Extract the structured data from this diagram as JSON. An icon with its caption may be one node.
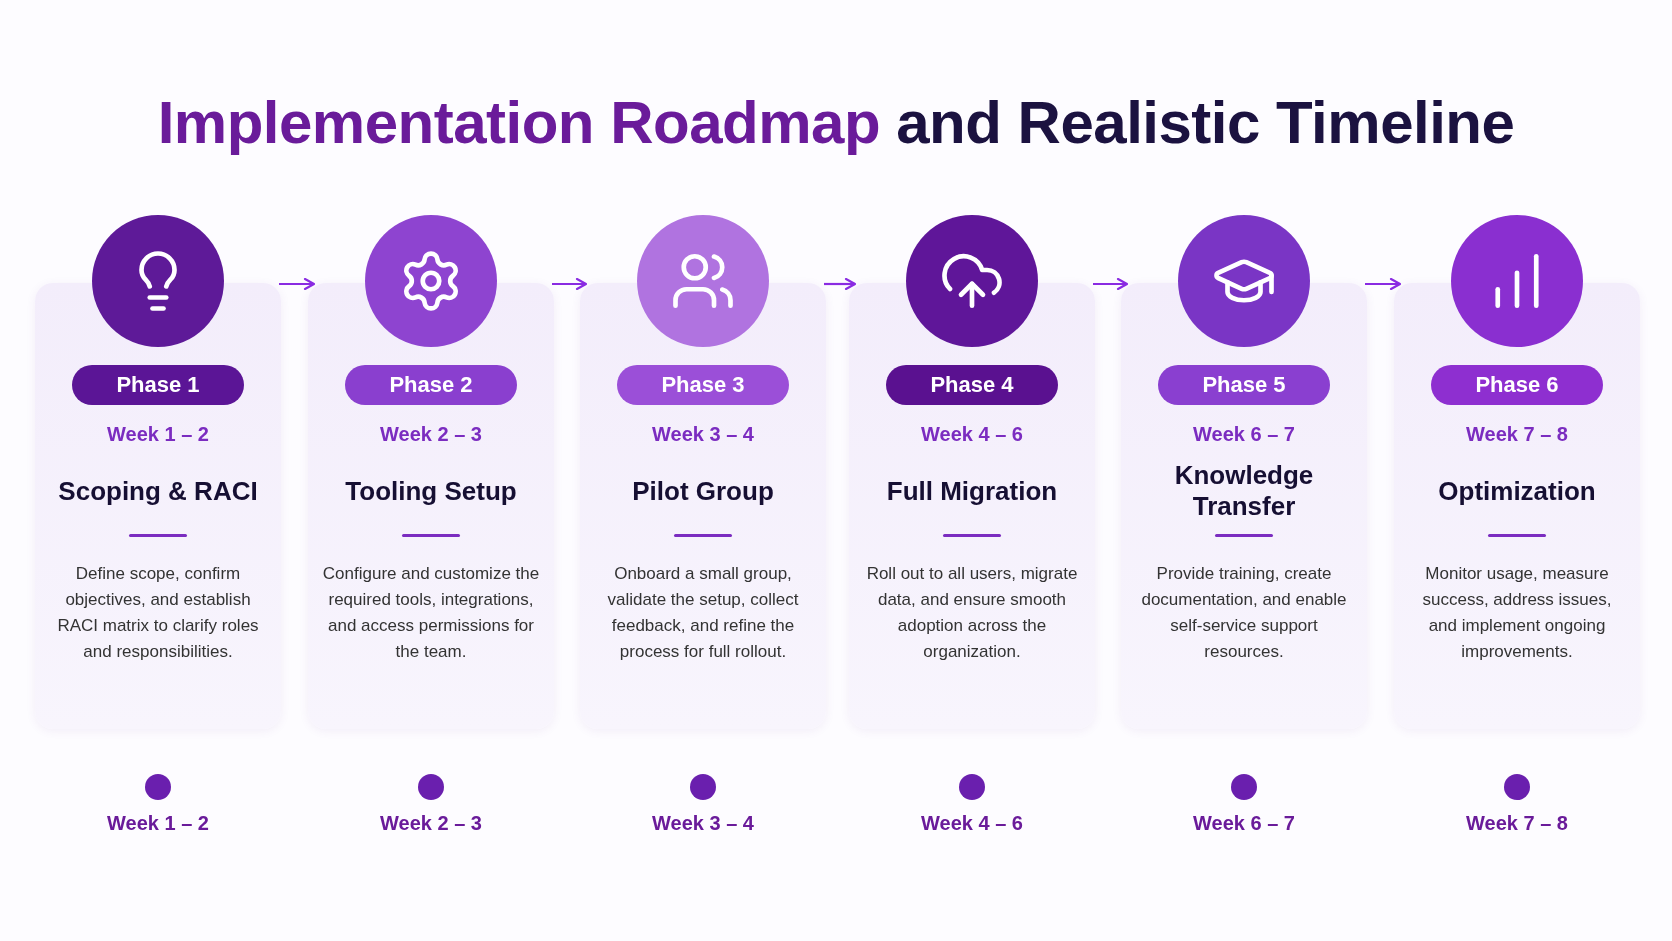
{
  "diagram": {
    "title": "Implementation Roadmap and Realistic Timeline",
    "nodes": [
      {
        "text": [
          "Phase 1",
          "Week 1 – 2",
          "Scoping & RACI",
          "Define scope, confirm objectives, and establish RACI matrix to clarify roles and responsibilities."
        ]
      },
      {
        "text": [
          "Phase 2",
          "Week 2 – 3",
          "Tooling Setup",
          "Configure and customize the required tools, integrations, and access permissions for the team."
        ]
      },
      {
        "text": [
          "Phase 3",
          "Week 3 – 4",
          "Pilot Group",
          "Onboard a small group, validate the setup, collect feedback, and refine the process for full rollout."
        ]
      },
      {
        "text": [
          "Phase 4",
          "Week 4 – 6",
          "Full Migration",
          "Roll out to all users, migrate data, and ensure smooth adoption across the organization."
        ]
      },
      {
        "text": [
          "Phase 5",
          "Week 6 – 7",
          "Knowledge Transfer",
          "Provide training, create documentation, and enable self-service support resources."
        ]
      },
      {
        "text": [
          "Phase 6",
          "Week 7 – 8",
          "Optimization",
          "Monitor usage, measure success, address issues, and implement ongoing improvements."
        ]
      }
    ],
    "edges": [
      {
        "from": 0,
        "to": 1,
        "arrow": "to"
      },
      {
        "from": 1,
        "to": 2,
        "arrow": "to"
      },
      {
        "from": 2,
        "to": 3,
        "arrow": "to"
      },
      {
        "from": 3,
        "to": 4,
        "arrow": "to"
      },
      {
        "from": 4,
        "to": 5,
        "arrow": "to"
      }
    ],
    "labels": [
      "Week 1 – 2",
      "Week 2 – 3",
      "Week 3 – 4",
      "Week 4 – 6",
      "Week 6 – 7",
      "Week 7 – 8"
    ]
  }
}
